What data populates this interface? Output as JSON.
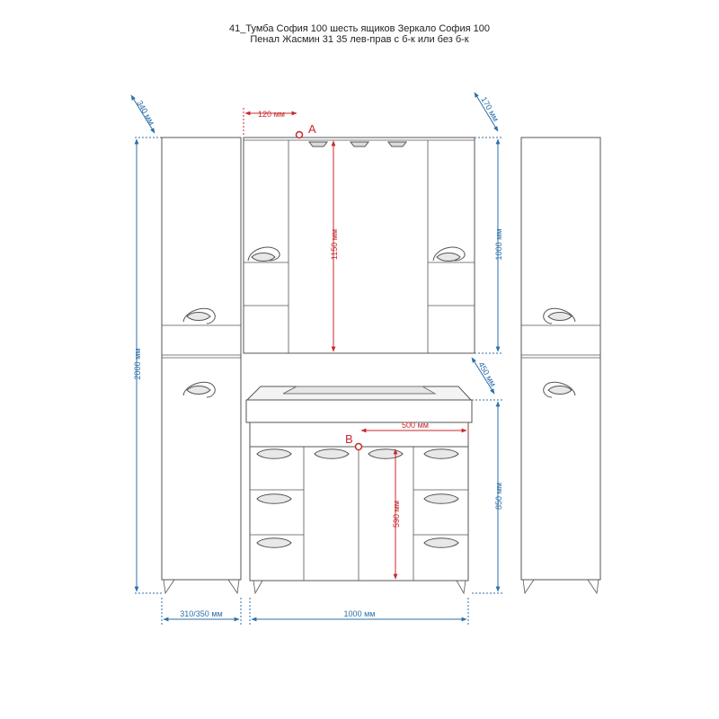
{
  "header": {
    "line1": "41_Тумба София 100 шесть ящиков  Зеркало София 100",
    "line2": "Пенал Жасмин 31 35 лев-прав с б-к или без б-к"
  },
  "dimensions": {
    "pencil_depth": "340 мм",
    "pencil_height": "2000 мм",
    "pencil_width": "310/350 мм",
    "mirror_offset": "120 мм",
    "mirror_mount_height": "1150 мм",
    "mirror_height": "1000 мм",
    "mirror_depth": "170 мм",
    "vanity_depth": "450 мм",
    "vanity_offset": "500 мм",
    "vanity_mount_height": "590 мм",
    "vanity_height": "850 мм",
    "vanity_width": "1000 мм"
  },
  "points": {
    "a": "A",
    "b": "B"
  },
  "colors": {
    "dimension": "#2c6fa8",
    "reference": "#c8282e",
    "outline": "#555555"
  }
}
